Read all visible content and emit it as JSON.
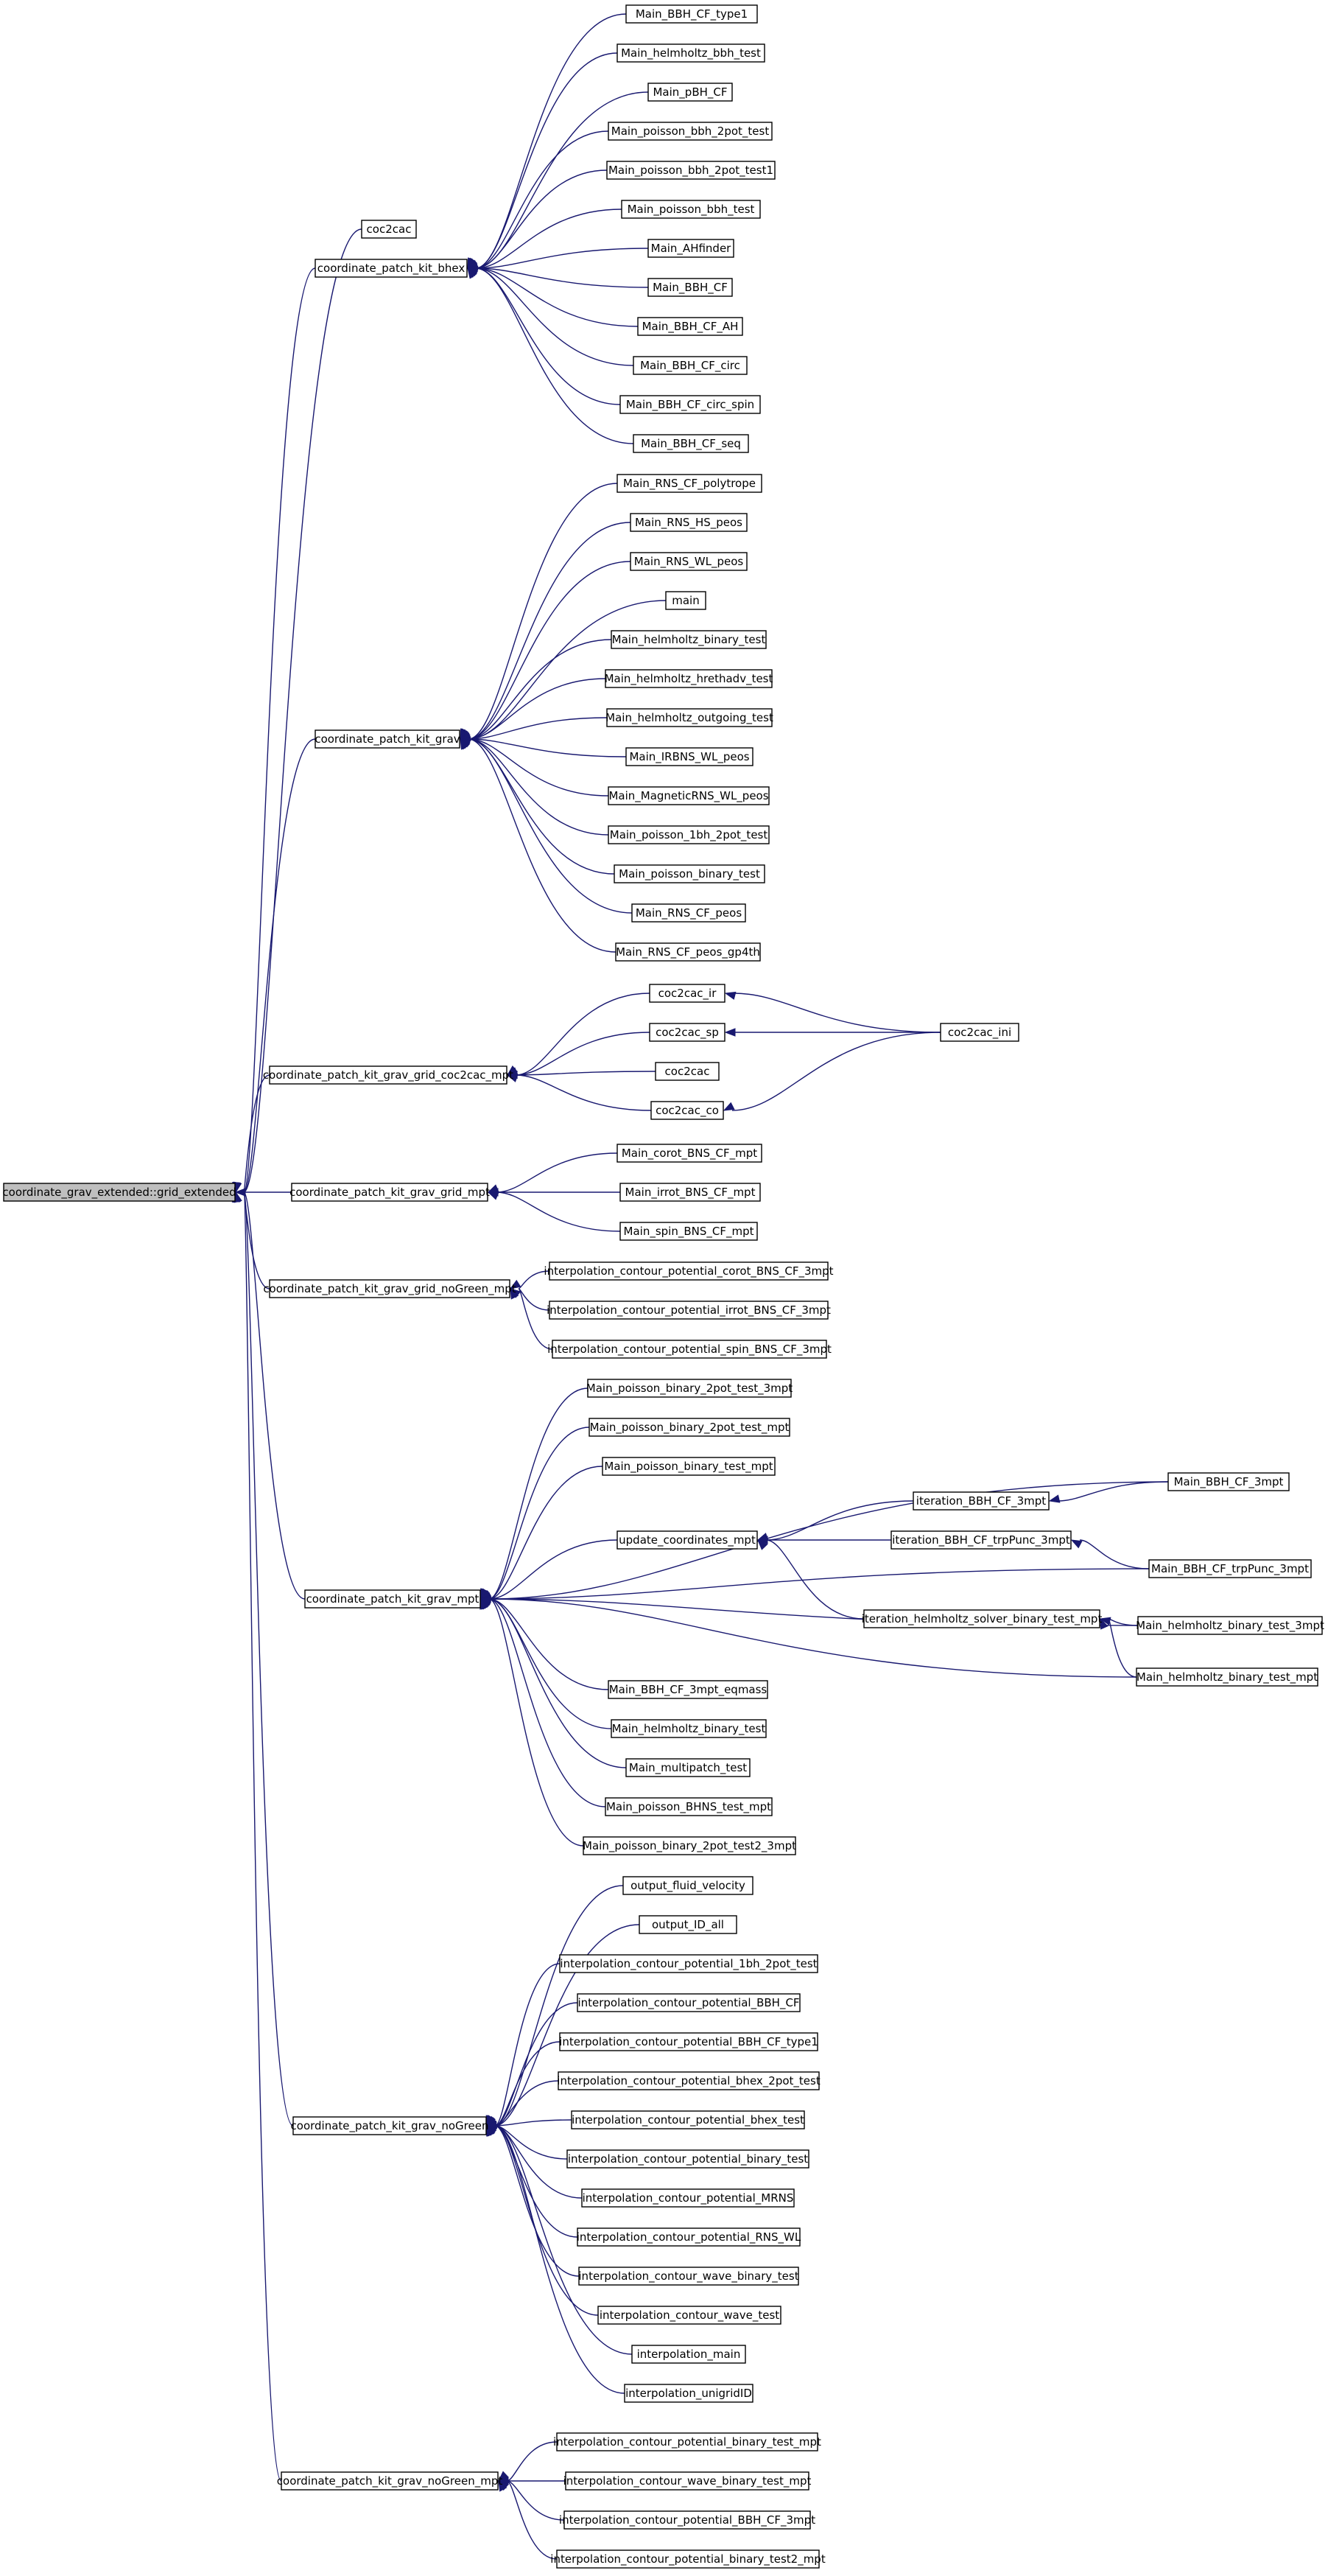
{
  "colors": {
    "edge": "#191970",
    "node_border": "#000000",
    "root_fill": "#bfbfbf",
    "node_fill": "#ffffff"
  },
  "nodes": {
    "root": {
      "label": "coordinate_grav_extended::grid_extended",
      "root": true
    },
    "coc2cac_top": {
      "label": "coc2cac"
    },
    "bhex": {
      "label": "coordinate_patch_kit_bhex"
    },
    "bbh_cf_type1": {
      "label": "Main_BBH_CF_type1"
    },
    "helm_bbh_test": {
      "label": "Main_helmholtz_bbh_test"
    },
    "pbh_cf": {
      "label": "Main_pBH_CF"
    },
    "pois_bbh_2pot": {
      "label": "Main_poisson_bbh_2pot_test"
    },
    "pois_bbh_2pot1": {
      "label": "Main_poisson_bbh_2pot_test1"
    },
    "pois_bbh_test": {
      "label": "Main_poisson_bbh_test"
    },
    "ahfinder": {
      "label": "Main_AHfinder"
    },
    "bbh_cf": {
      "label": "Main_BBH_CF"
    },
    "bbh_cf_ah": {
      "label": "Main_BBH_CF_AH"
    },
    "bbh_cf_circ": {
      "label": "Main_BBH_CF_circ"
    },
    "bbh_cf_circ_spin": {
      "label": "Main_BBH_CF_circ_spin"
    },
    "bbh_cf_seq": {
      "label": "Main_BBH_CF_seq"
    },
    "grav": {
      "label": "coordinate_patch_kit_grav"
    },
    "rns_poly": {
      "label": "Main_RNS_CF_polytrope"
    },
    "rns_hs": {
      "label": "Main_RNS_HS_peos"
    },
    "rns_wl": {
      "label": "Main_RNS_WL_peos"
    },
    "main": {
      "label": "main"
    },
    "helm_binary": {
      "label": "Main_helmholtz_binary_test"
    },
    "helm_hreth": {
      "label": "Main_helmholtz_hrethadv_test"
    },
    "helm_outgoing": {
      "label": "Main_helmholtz_outgoing_test"
    },
    "irbns": {
      "label": "Main_IRBNS_WL_peos"
    },
    "magrns": {
      "label": "Main_MagneticRNS_WL_peos"
    },
    "pois_1bh": {
      "label": "Main_poisson_1bh_2pot_test"
    },
    "pois_binary": {
      "label": "Main_poisson_binary_test"
    },
    "rns_cf_peos": {
      "label": "Main_RNS_CF_peos"
    },
    "rns_cf_gp4": {
      "label": "Main_RNS_CF_peos_gp4th"
    },
    "coc2cac_mpt": {
      "label": "coordinate_patch_kit_grav_grid_coc2cac_mpt"
    },
    "coc2cac_ir": {
      "label": "coc2cac_ir"
    },
    "coc2cac_sp": {
      "label": "coc2cac_sp"
    },
    "coc2cac_mid": {
      "label": "coc2cac"
    },
    "coc2cac_co": {
      "label": "coc2cac_co"
    },
    "coc2cac_ini": {
      "label": "coc2cac_ini"
    },
    "grid_mpt": {
      "label": "coordinate_patch_kit_grav_grid_mpt"
    },
    "corot_bns": {
      "label": "Main_corot_BNS_CF_mpt"
    },
    "irrot_bns": {
      "label": "Main_irrot_BNS_CF_mpt"
    },
    "spin_bns": {
      "label": "Main_spin_BNS_CF_mpt"
    },
    "noGreen_mpt_grid": {
      "label": "coordinate_patch_kit_grav_grid_noGreen_mpt"
    },
    "ic_corot": {
      "label": "interpolation_contour_potential_corot_BNS_CF_3mpt"
    },
    "ic_irrot": {
      "label": "interpolation_contour_potential_irrot_BNS_CF_3mpt"
    },
    "ic_spin": {
      "label": "interpolation_contour_potential_spin_BNS_CF_3mpt"
    },
    "grav_mpt": {
      "label": "coordinate_patch_kit_grav_mpt"
    },
    "pb2_3mpt": {
      "label": "Main_poisson_binary_2pot_test_3mpt"
    },
    "pb2_mpt": {
      "label": "Main_poisson_binary_2pot_test_mpt"
    },
    "pb_mpt": {
      "label": "Main_poisson_binary_test_mpt"
    },
    "upd": {
      "label": "update_coordinates_mpt"
    },
    "it_bbh3": {
      "label": "iteration_BBH_CF_3mpt"
    },
    "it_trp": {
      "label": "iteration_BBH_CF_trpPunc_3mpt"
    },
    "it_helm": {
      "label": "iteration_helmholtz_solver_binary_test_mpt"
    },
    "bbh3mpt": {
      "label": "Main_BBH_CF_3mpt"
    },
    "trp3mpt": {
      "label": "Main_BBH_CF_trpPunc_3mpt"
    },
    "helm_b3": {
      "label": "Main_helmholtz_binary_test_3mpt"
    },
    "helm_bmpt": {
      "label": "Main_helmholtz_binary_test_mpt"
    },
    "bbh3_eq": {
      "label": "Main_BBH_CF_3mpt_eqmass"
    },
    "helm_bt": {
      "label": "Main_helmholtz_binary_test"
    },
    "multipatch": {
      "label": "Main_multipatch_test"
    },
    "bhns": {
      "label": "Main_poisson_BHNS_test_mpt"
    },
    "pb2t2": {
      "label": "Main_poisson_binary_2pot_test2_3mpt"
    },
    "noGreen": {
      "label": "coordinate_patch_kit_grav_noGreen"
    },
    "out_fluid": {
      "label": "output_fluid_velocity"
    },
    "out_id": {
      "label": "output_ID_all"
    },
    "ic_1bh": {
      "label": "interpolation_contour_potential_1bh_2pot_test"
    },
    "ic_bbh": {
      "label": "interpolation_contour_potential_BBH_CF"
    },
    "ic_bbh_t1": {
      "label": "interpolation_contour_potential_BBH_CF_type1"
    },
    "ic_bhex2": {
      "label": "interpolation_contour_potential_bhex_2pot_test"
    },
    "ic_bhex": {
      "label": "interpolation_contour_potential_bhex_test"
    },
    "ic_binary": {
      "label": "interpolation_contour_potential_binary_test"
    },
    "ic_mrns": {
      "label": "interpolation_contour_potential_MRNS"
    },
    "ic_rnswl": {
      "label": "interpolation_contour_potential_RNS_WL"
    },
    "icw_binary": {
      "label": "interpolation_contour_wave_binary_test"
    },
    "icw_test": {
      "label": "interpolation_contour_wave_test"
    },
    "interp_main": {
      "label": "interpolation_main"
    },
    "interp_uni": {
      "label": "interpolation_unigridID"
    },
    "noGreen_mpt": {
      "label": "coordinate_patch_kit_grav_noGreen_mpt"
    },
    "icb_mpt": {
      "label": "interpolation_contour_potential_binary_test_mpt"
    },
    "icwb_mpt": {
      "label": "interpolation_contour_wave_binary_test_mpt"
    },
    "icbbh3": {
      "label": "interpolation_contour_potential_BBH_CF_3mpt"
    },
    "icb2_mpt": {
      "label": "interpolation_contour_potential_binary_test2_mpt"
    }
  }
}
